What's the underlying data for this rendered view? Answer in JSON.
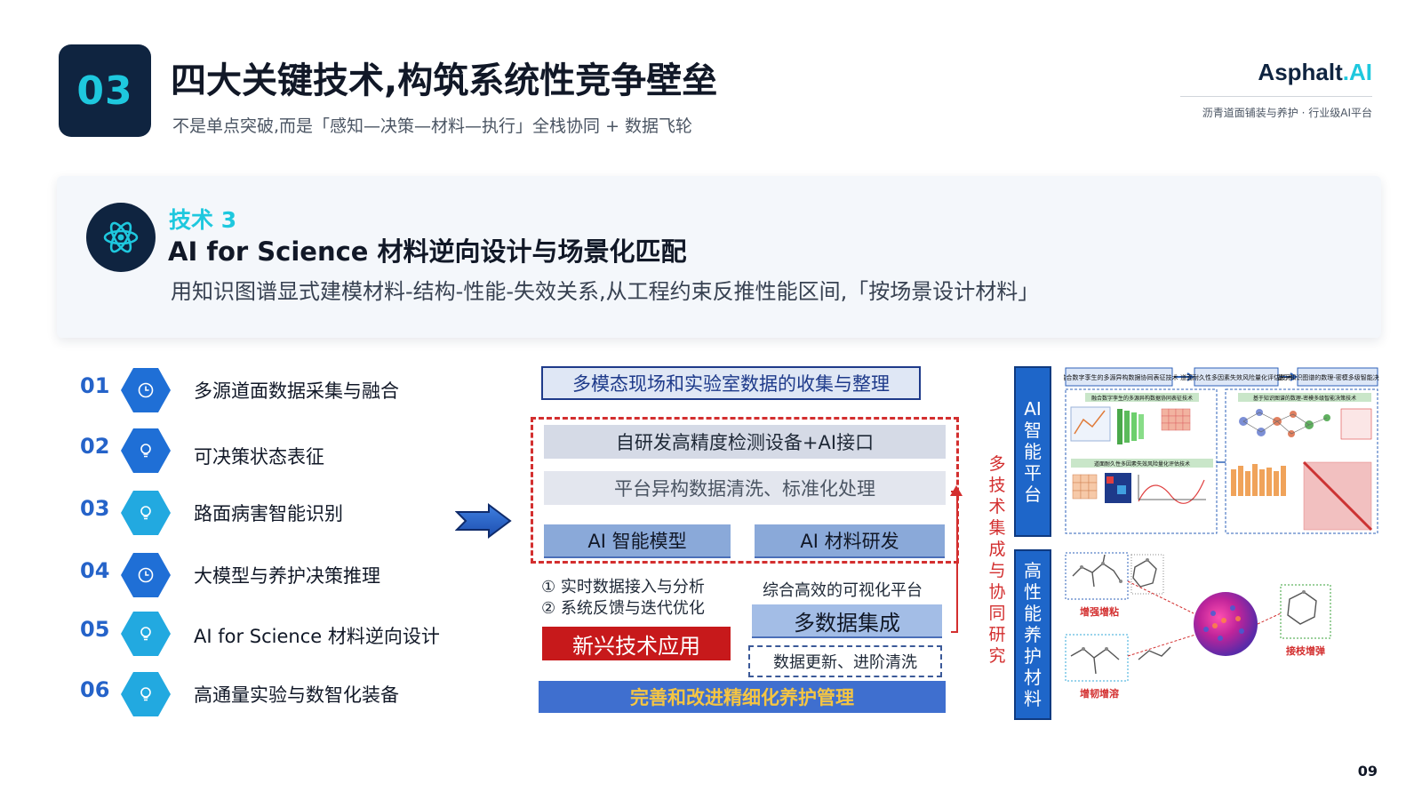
{
  "header": {
    "section_number": "03",
    "title": "四大关键技术,构筑系统性竞争壁垒",
    "subtitle": "不是单点突破,而是「感知—决策—材料—执行」全栈协同 + 数据飞轮",
    "brand_main": "Asphalt",
    "brand_dot": ".",
    "brand_ai": "AI",
    "brand_tagline": "沥青道面铺装与养护 · 行业级AI平台"
  },
  "tech": {
    "number_label": "技术 3",
    "title": "AI for Science 材料逆向设计与场景化匹配",
    "description": "用知识图谱显式建模材料-结构-性能-失效关系,从工程约束反推性能区间,「按场景设计材料」",
    "icon": "atom-icon"
  },
  "list": [
    {
      "num": "01",
      "label": "多源道面数据采集与融合",
      "icon": "clock-icon",
      "color": "blue"
    },
    {
      "num": "02",
      "label": "可决策状态表征",
      "icon": "bulb-icon",
      "color": "blue"
    },
    {
      "num": "03",
      "label": "路面病害智能识别",
      "icon": "bulb-icon",
      "color": "cyan"
    },
    {
      "num": "04",
      "label": "大模型与养护决策推理",
      "icon": "clock-icon",
      "color": "blue"
    },
    {
      "num": "05",
      "label": "AI for Science 材料逆向设计",
      "icon": "bulb-icon",
      "color": "cyan"
    },
    {
      "num": "06",
      "label": "高通量实验与数智化装备",
      "icon": "bulb-icon",
      "color": "cyan"
    }
  ],
  "flow": {
    "top": "多模态现场和实验室数据的收集与整理",
    "device": "自研发高精度检测设备+AI接口",
    "cleaning": "平台异构数据清洗、标准化处理",
    "ai_model": "AI 智能模型",
    "ai_material": "AI 材料研发",
    "item1": "① 实时数据接入与分析",
    "item2": "② 系统反馈与迭代优化",
    "visual_platform": "综合高效的可视化平台",
    "emerging": "新兴技术应用",
    "multi_data": "多数据集成",
    "update": "数据更新、进阶清洗",
    "bottom": "完善和改进精细化养护管理",
    "vertical_red": "多技术集成与协同研究"
  },
  "right": {
    "ai_platform": "AI智能平台",
    "material": "高性能养护材料",
    "panel_top": [
      "融合数字孪生的多源异构数据协同表征技术",
      "道面耐久性多因素失效风险量化评估技术",
      "基于知识图谱的数理-密模多级智能决策技术"
    ],
    "panel_sub": [
      "融合数字孪生的多源异构数据协同表征技术",
      "基于知识图谱的数理-密模多级智能决策技术"
    ],
    "panel_mid": "道面耐久性多因素失效风险量化评估技术",
    "mol_labels": [
      "增强增粘",
      "增韧增溶",
      "接枝增弹"
    ]
  },
  "page_number": "09",
  "colors": {
    "navy": "#0f2440",
    "cyan": "#1ec8de",
    "blue": "#1f6fd6",
    "red": "#c7191b"
  }
}
